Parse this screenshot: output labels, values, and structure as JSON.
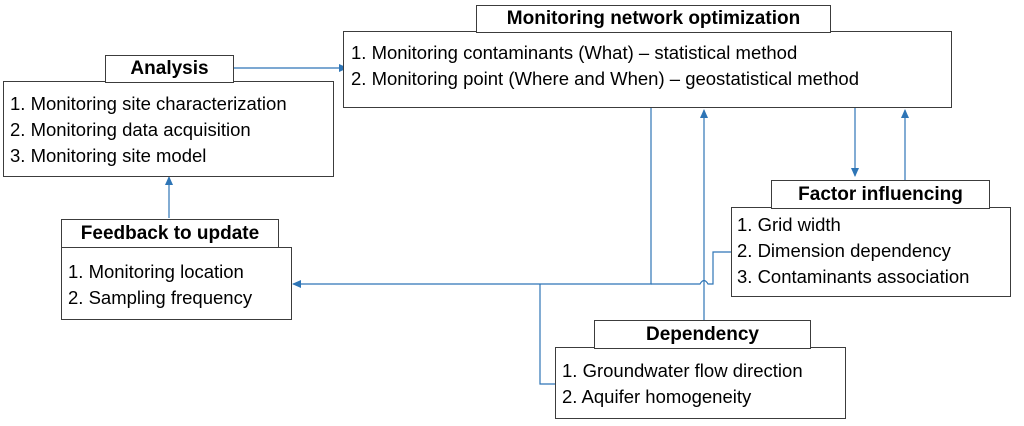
{
  "boxes": {
    "monitoring_network": {
      "title": "Monitoring network optimization",
      "items": [
        "1. Monitoring contaminants  (What) – statistical method",
        "2. Monitoring point (Where and When) – geostatistical method"
      ]
    },
    "analysis": {
      "title": "Analysis",
      "items": [
        "1. Monitoring site characterization",
        "2. Monitoring data acquisition",
        "3. Monitoring site model"
      ]
    },
    "feedback": {
      "title": "Feedback to update",
      "items": [
        "1. Monitoring location",
        "2. Sampling frequency"
      ]
    },
    "factor": {
      "title": "Factor influencing",
      "items": [
        "1. Grid width",
        "2. Dimension dependency",
        "3. Contaminants association"
      ]
    },
    "dependency": {
      "title": "Dependency",
      "items": [
        "1. Groundwater flow direction",
        "2. Aquifer homogeneity"
      ]
    }
  },
  "colors": {
    "connector": "#2e75b6",
    "border": "#3c3c3c"
  }
}
